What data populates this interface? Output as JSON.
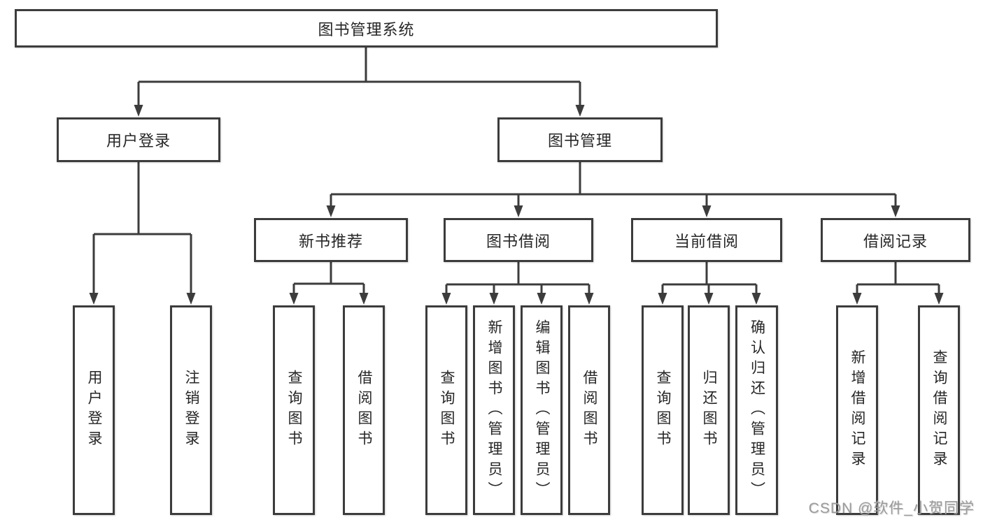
{
  "title": "图书管理系统",
  "colors": {
    "line": "#3c3c3c",
    "nodeBorder": "#3c3c3c",
    "text": "#262626",
    "watermark": "#9b9b9b",
    "background": "#ffffff"
  },
  "tree": {
    "root": {
      "label": "图书管理系统"
    },
    "children": [
      {
        "label": "用户登录",
        "children": [
          {
            "label": "用户登录"
          },
          {
            "label": "注销登录"
          }
        ]
      },
      {
        "label": "图书管理",
        "children": [
          {
            "label": "新书推荐",
            "children": [
              {
                "label": "查询图书"
              },
              {
                "label": "借阅图书"
              }
            ]
          },
          {
            "label": "图书借阅",
            "children": [
              {
                "label": "查询图书"
              },
              {
                "label": "新增图书（管理员）"
              },
              {
                "label": "编辑图书（管理员）"
              },
              {
                "label": "借阅图书"
              }
            ]
          },
          {
            "label": "当前借阅",
            "children": [
              {
                "label": "查询图书"
              },
              {
                "label": "归还图书"
              },
              {
                "label": "确认归还（管理员）"
              }
            ]
          },
          {
            "label": "借阅记录",
            "children": [
              {
                "label": "新增借阅记录"
              },
              {
                "label": "查询借阅记录"
              }
            ]
          }
        ]
      }
    ]
  },
  "watermark": "CSDN @软件_小贺同学"
}
